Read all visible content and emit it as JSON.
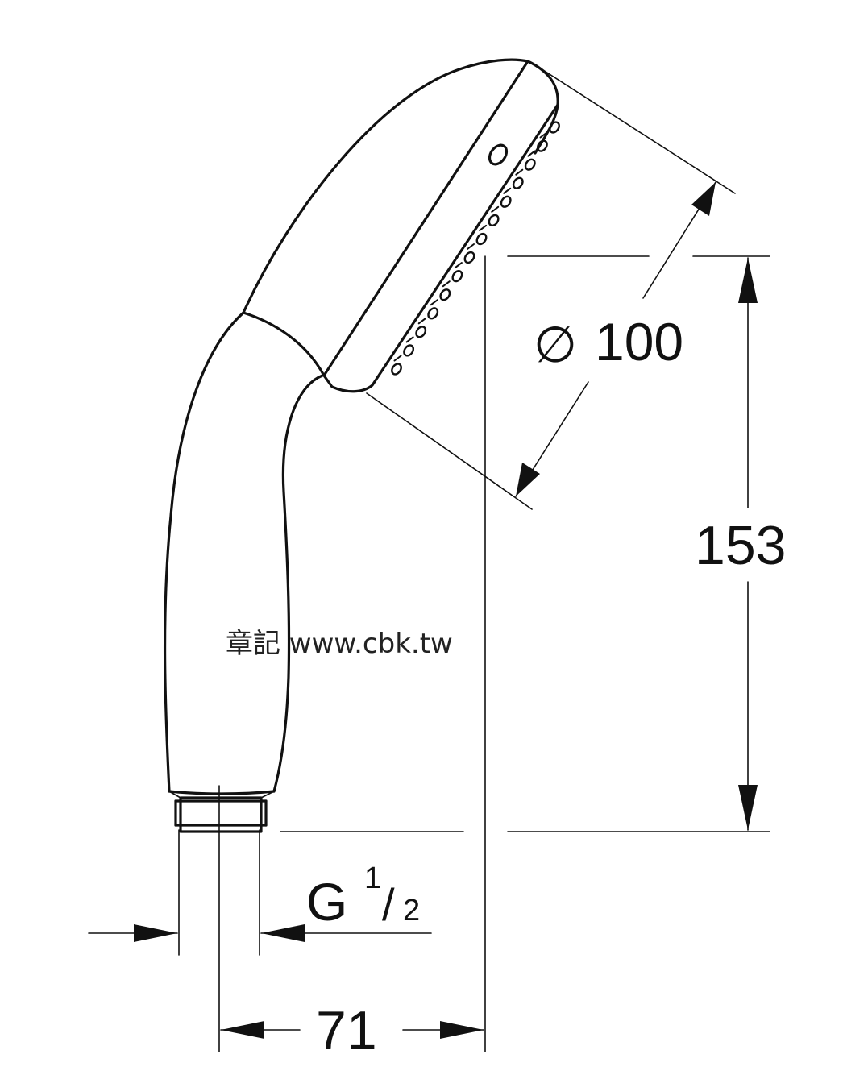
{
  "dimensions": {
    "spray_diameter": {
      "symbol": "∅",
      "value": "100"
    },
    "height": {
      "value": "153"
    },
    "width": {
      "value": "71"
    },
    "thread": {
      "letter": "G",
      "fraction_numerator": "1",
      "fraction_slash": "/",
      "fraction_denominator": "2"
    }
  },
  "watermark": {
    "text": "章記 www.cbk.tw"
  }
}
